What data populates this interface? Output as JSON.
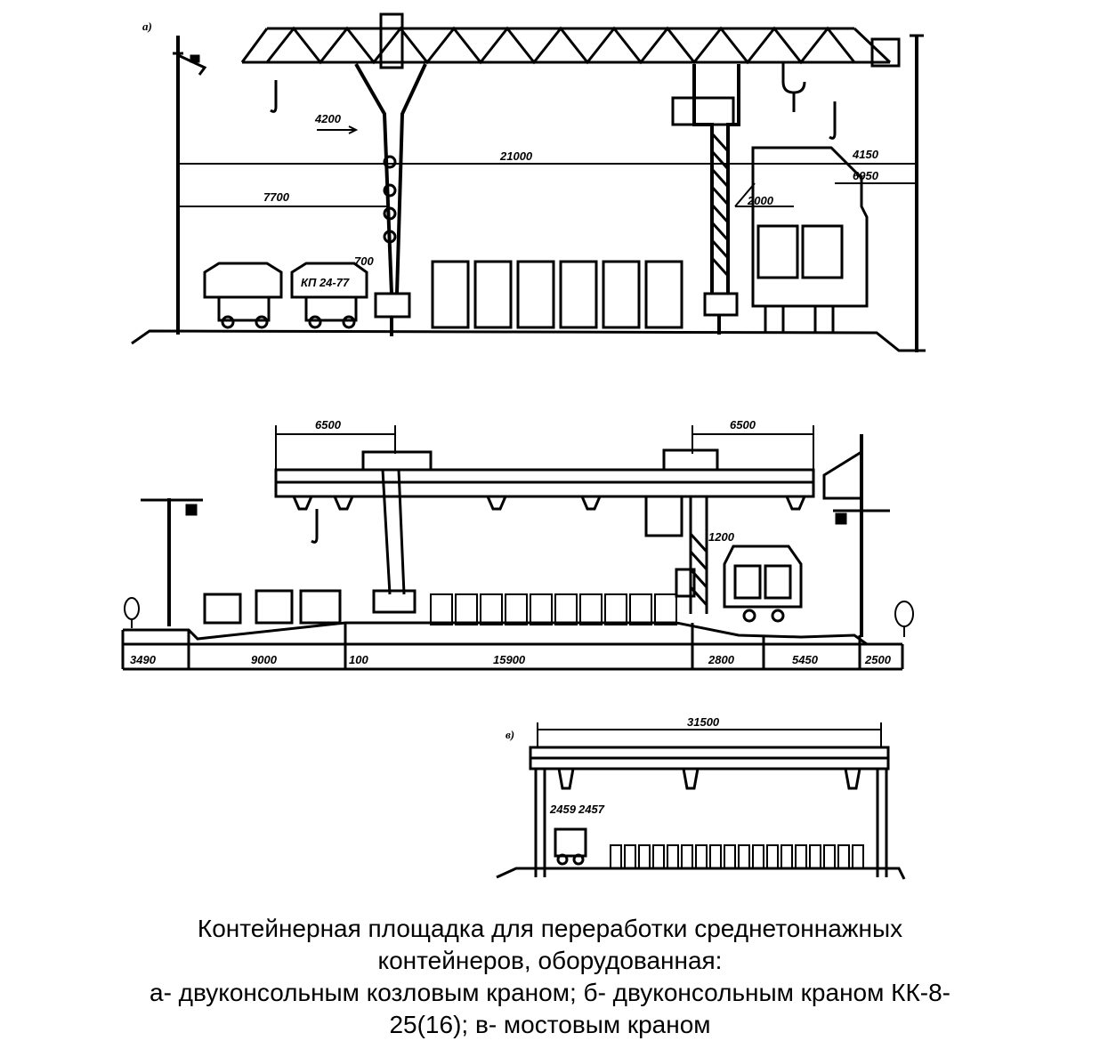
{
  "figure_a": {
    "label": "а)",
    "dims": {
      "trolley": "4200",
      "span": "21000",
      "left_height": "7700",
      "hook": "700",
      "right_upper": "4150",
      "right_lower": "6950",
      "inner": "2000"
    },
    "vehicle_label": "КП 24-77"
  },
  "figure_b": {
    "dims": {
      "left_console": "6500",
      "right_console": "6500",
      "gauge": "1200"
    },
    "ground_dims": [
      "3490",
      "9000",
      "100",
      "15900",
      "2800",
      "5450",
      "2500"
    ]
  },
  "figure_c": {
    "label": "в)",
    "dims": {
      "span": "31500",
      "small_left": "2459",
      "small_right": "2457"
    }
  },
  "caption": {
    "line1": "Контейнерная площадка для переработки среднетоннажных",
    "line2": "контейнеров, оборудованная:",
    "line3": "а- двуконсольным козловым краном; б- двуконсольным краном КК-8-",
    "line4": "25(16); в- мостовым краном"
  },
  "colors": {
    "ink": "#000000",
    "paper": "#ffffff"
  }
}
